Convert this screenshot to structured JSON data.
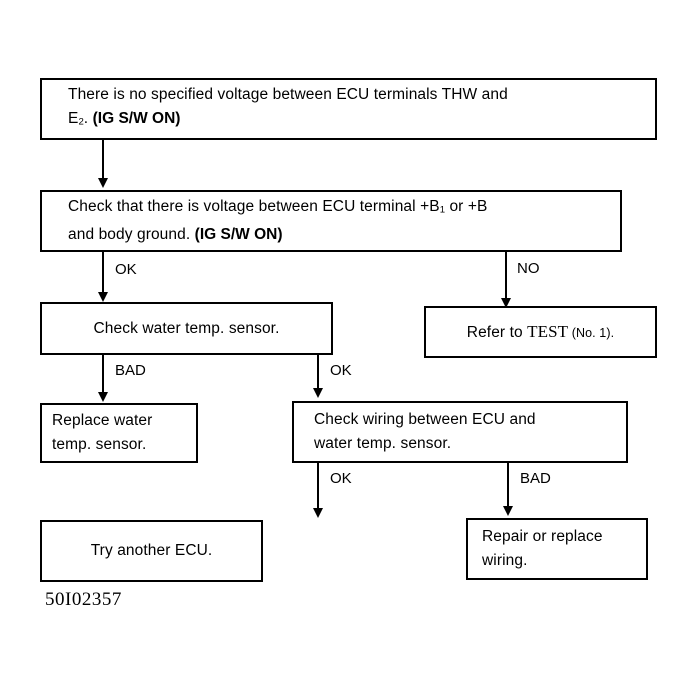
{
  "diagram": {
    "caption": "50I02357",
    "boxes": [
      {
        "id": "no-voltage-thw",
        "line1": "There is no specified voltage between ECU terminals THW and",
        "line2_plain": "E",
        "line2_sub": "2",
        "line2_tail": ". ",
        "line2_bold": "(IG S/W ON)"
      },
      {
        "id": "check-voltage-b1",
        "line1_a": "Check that there is voltage between ECU terminal +B",
        "line1_sub": "1",
        "line1_b": " or +B",
        "line2_plain": "and body ground. ",
        "line2_bold": "(IG S/W ON)"
      },
      {
        "id": "check-water-temp-sensor",
        "line1": "Check water temp. sensor."
      },
      {
        "id": "refer-to-test",
        "line1_a": "Refer to ",
        "line1_serif": "TEST",
        "line1_b": " (No. 1)."
      },
      {
        "id": "replace-water-temp-sensor",
        "line1": "Replace water",
        "line2": "temp. sensor."
      },
      {
        "id": "check-wiring",
        "line1": "Check wiring between ECU and",
        "line2": "water temp. sensor."
      },
      {
        "id": "try-another-ecu",
        "line1": "Try another ECU."
      },
      {
        "id": "repair-or-replace-wiring",
        "line1": "Repair or replace",
        "line2": "wiring."
      }
    ],
    "edge_labels": {
      "ok_from_voltage_check": "OK",
      "no_from_voltage_check": "NO",
      "bad_from_sensor_check": "BAD",
      "ok_from_sensor_check": "OK",
      "ok_from_wiring_check": "OK",
      "bad_from_wiring_check": "BAD"
    },
    "colors": {
      "ink": "#000000",
      "paper": "#ffffff"
    }
  }
}
